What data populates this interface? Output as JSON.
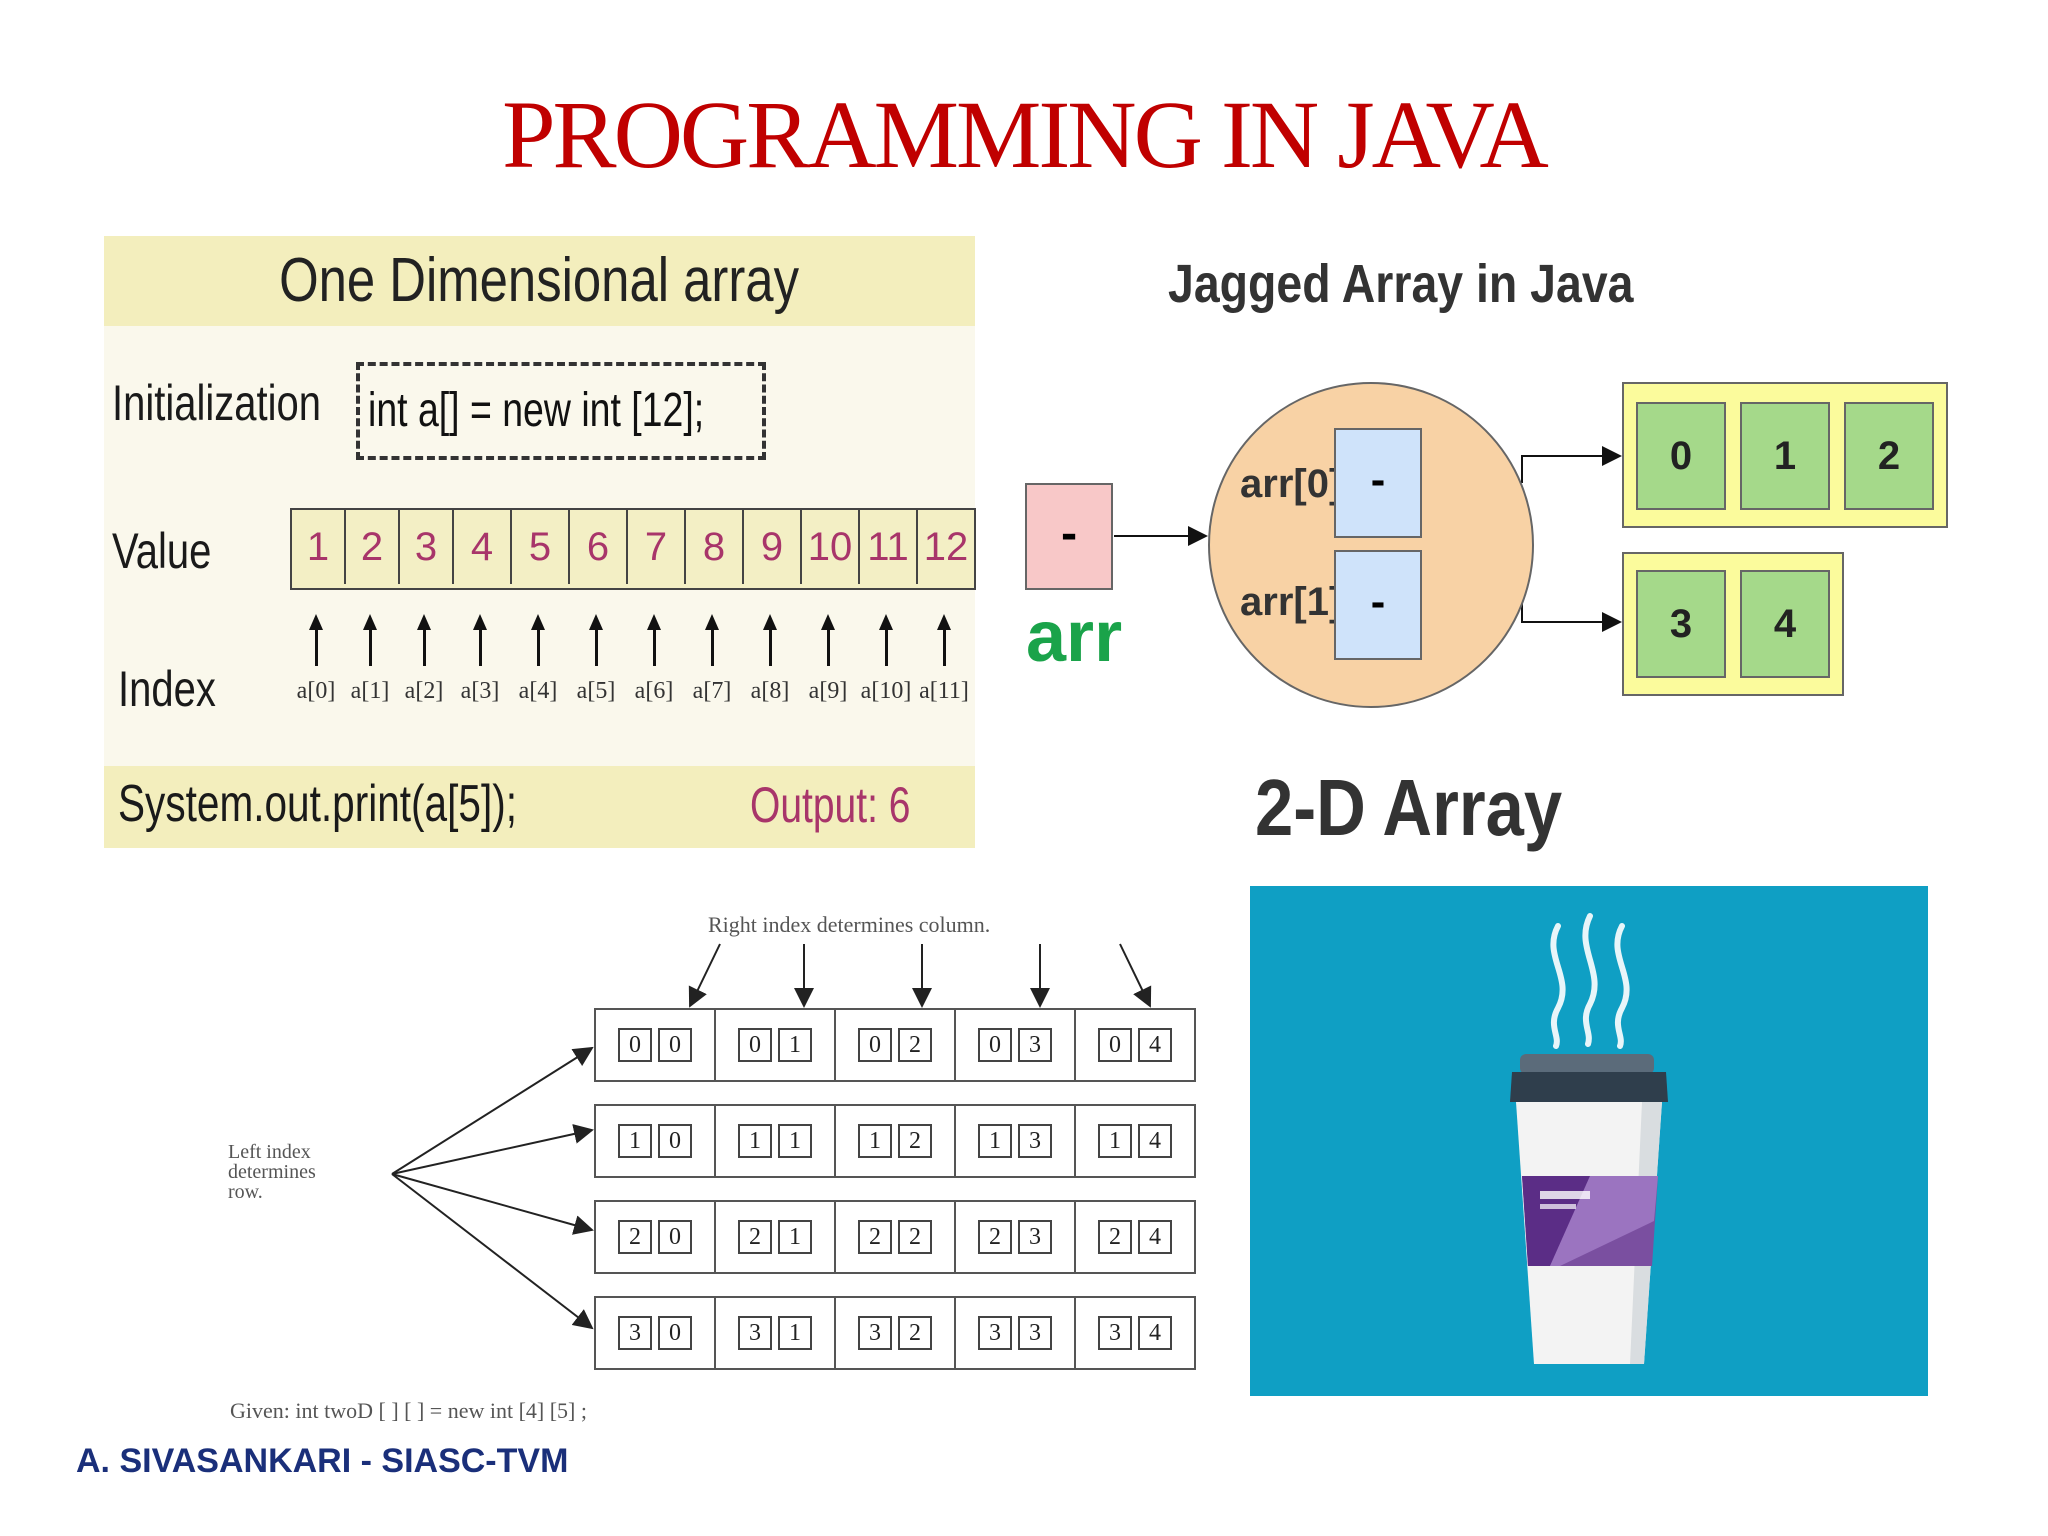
{
  "title": "PROGRAMMING IN JAVA",
  "one_d": {
    "heading": "One Dimensional array",
    "init_label": "Initialization",
    "init_code": "int a[] = new int [12];",
    "value_label": "Value",
    "values": [
      "1",
      "2",
      "3",
      "4",
      "5",
      "6",
      "7",
      "8",
      "9",
      "10",
      "11",
      "12"
    ],
    "index_label": "Index",
    "indices": [
      "a[0]",
      "a[1]",
      "a[2]",
      "a[3]",
      "a[4]",
      "a[5]",
      "a[6]",
      "a[7]",
      "a[8]",
      "a[9]",
      "a[10]",
      "a[11]"
    ],
    "print_code": "System.out.print(a[5]);",
    "output": "Output: 6"
  },
  "jagged": {
    "heading": "Jagged Array in Java",
    "arr_value": "-",
    "arr_label": "arr",
    "pointers": [
      {
        "label": "arr[0]",
        "value": "-"
      },
      {
        "label": "arr[1]",
        "value": "-"
      }
    ],
    "row0": [
      "0",
      "1",
      "2"
    ],
    "row1": [
      "3",
      "4"
    ]
  },
  "twod": {
    "heading": "2-D Array",
    "top_note": "Right index determines column.",
    "left_note_lines": [
      "Left index",
      "determines",
      "row."
    ],
    "rows": [
      [
        [
          "0",
          "0"
        ],
        [
          "0",
          "1"
        ],
        [
          "0",
          "2"
        ],
        [
          "0",
          "3"
        ],
        [
          "0",
          "4"
        ]
      ],
      [
        [
          "1",
          "0"
        ],
        [
          "1",
          "1"
        ],
        [
          "1",
          "2"
        ],
        [
          "1",
          "3"
        ],
        [
          "1",
          "4"
        ]
      ],
      [
        [
          "2",
          "0"
        ],
        [
          "2",
          "1"
        ],
        [
          "2",
          "2"
        ],
        [
          "2",
          "3"
        ],
        [
          "2",
          "4"
        ]
      ],
      [
        [
          "3",
          "0"
        ],
        [
          "3",
          "1"
        ],
        [
          "3",
          "2"
        ],
        [
          "3",
          "3"
        ],
        [
          "3",
          "4"
        ]
      ]
    ],
    "given": "Given: int twoD [ ] [ ] = new int [4] [5] ;"
  },
  "footer": "A. SIVASANKARI - SIASC-TVM",
  "colors": {
    "title": "#c00000",
    "footer": "#1a2f7a",
    "coffee_bg": "#0f9fc4",
    "arr_label": "#1aa34a"
  }
}
